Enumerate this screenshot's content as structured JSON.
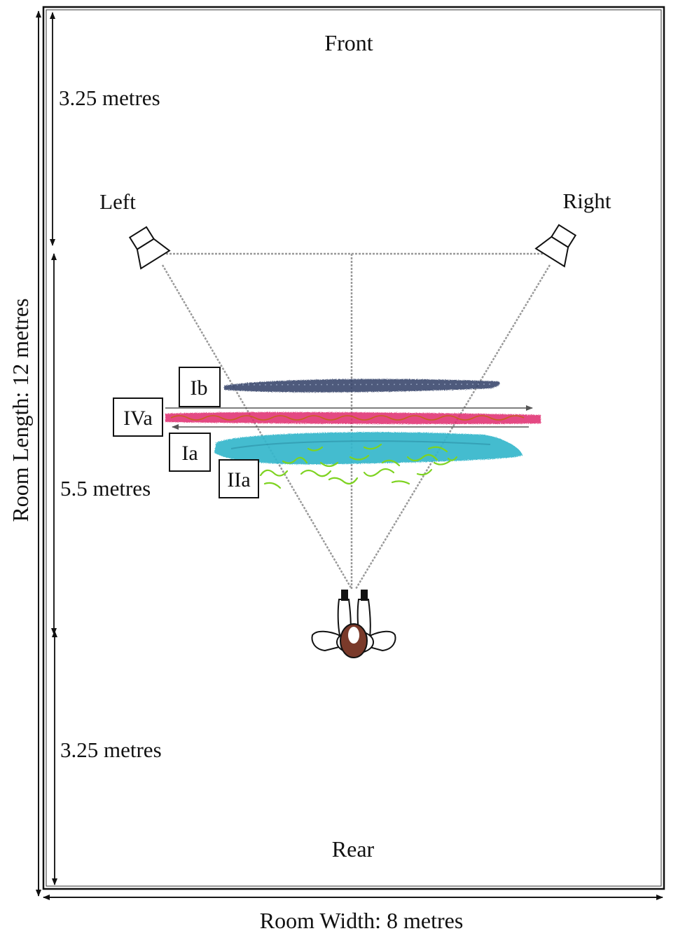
{
  "room": {
    "front": "Front",
    "rear": "Rear",
    "width_label": "Room Width: 8 metres",
    "length_label": "Room Length: 12  metres"
  },
  "dimensions": {
    "front_segment": "3.25 metres",
    "middle_segment": "5.5 metres",
    "rear_segment": "3.25 metres"
  },
  "speakers": {
    "left": "Left",
    "right": "Right"
  },
  "labels": {
    "ib": "Ib",
    "iva": "IVa",
    "ia": "Ia",
    "iia": "IIa"
  },
  "colors": {
    "ib_band": "#3b4a6e",
    "iva_band": "#e0296e",
    "ia_band": "#35b7cc",
    "iia_band": "#7ed321",
    "guide_lines": "#999999",
    "head_hair": "#7a3a2a"
  }
}
